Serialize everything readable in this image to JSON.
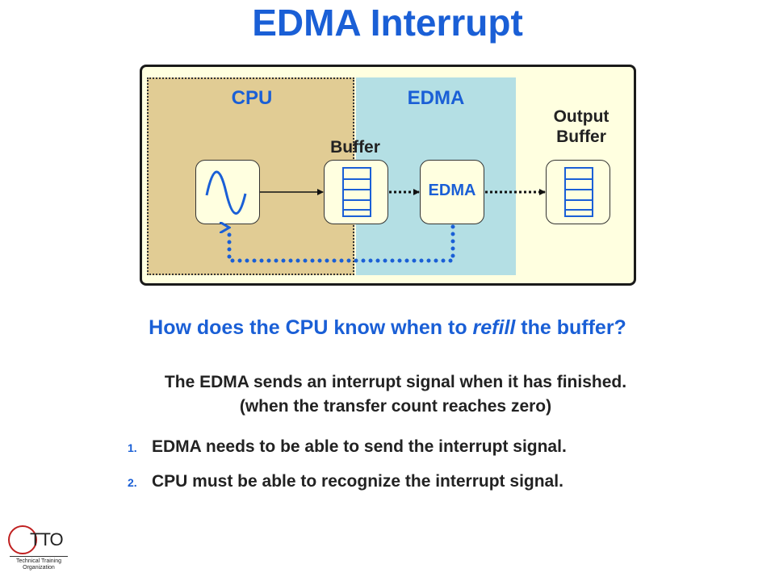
{
  "title": "EDMA Interrupt",
  "diagram": {
    "regions": {
      "cpu": "CPU",
      "edma": "EDMA"
    },
    "buffer_label": "Buffer",
    "output_buffer_label": [
      "Output",
      "Buffer"
    ],
    "edma_block_label": "EDMA"
  },
  "question": {
    "before": "How does the CPU know when to ",
    "emphasis": "refill",
    "after": " the buffer?"
  },
  "answer": {
    "line1": "The EDMA sends an interrupt signal when it has finished.",
    "line2": "(when the transfer count reaches zero)"
  },
  "items": [
    {
      "num": "1.",
      "text": "EDMA needs to be able to send the interrupt signal."
    },
    {
      "num": "2.",
      "text": "CPU must be able to recognize the interrupt signal."
    }
  ],
  "logo": {
    "text": "TTO",
    "sub": [
      "Technical Training",
      "Organization"
    ]
  },
  "colors": {
    "accent": "#1a5fd6",
    "cpu_region": "#e1cc94",
    "edma_region": "#b4dfe4",
    "panel": "#ffffe0"
  }
}
